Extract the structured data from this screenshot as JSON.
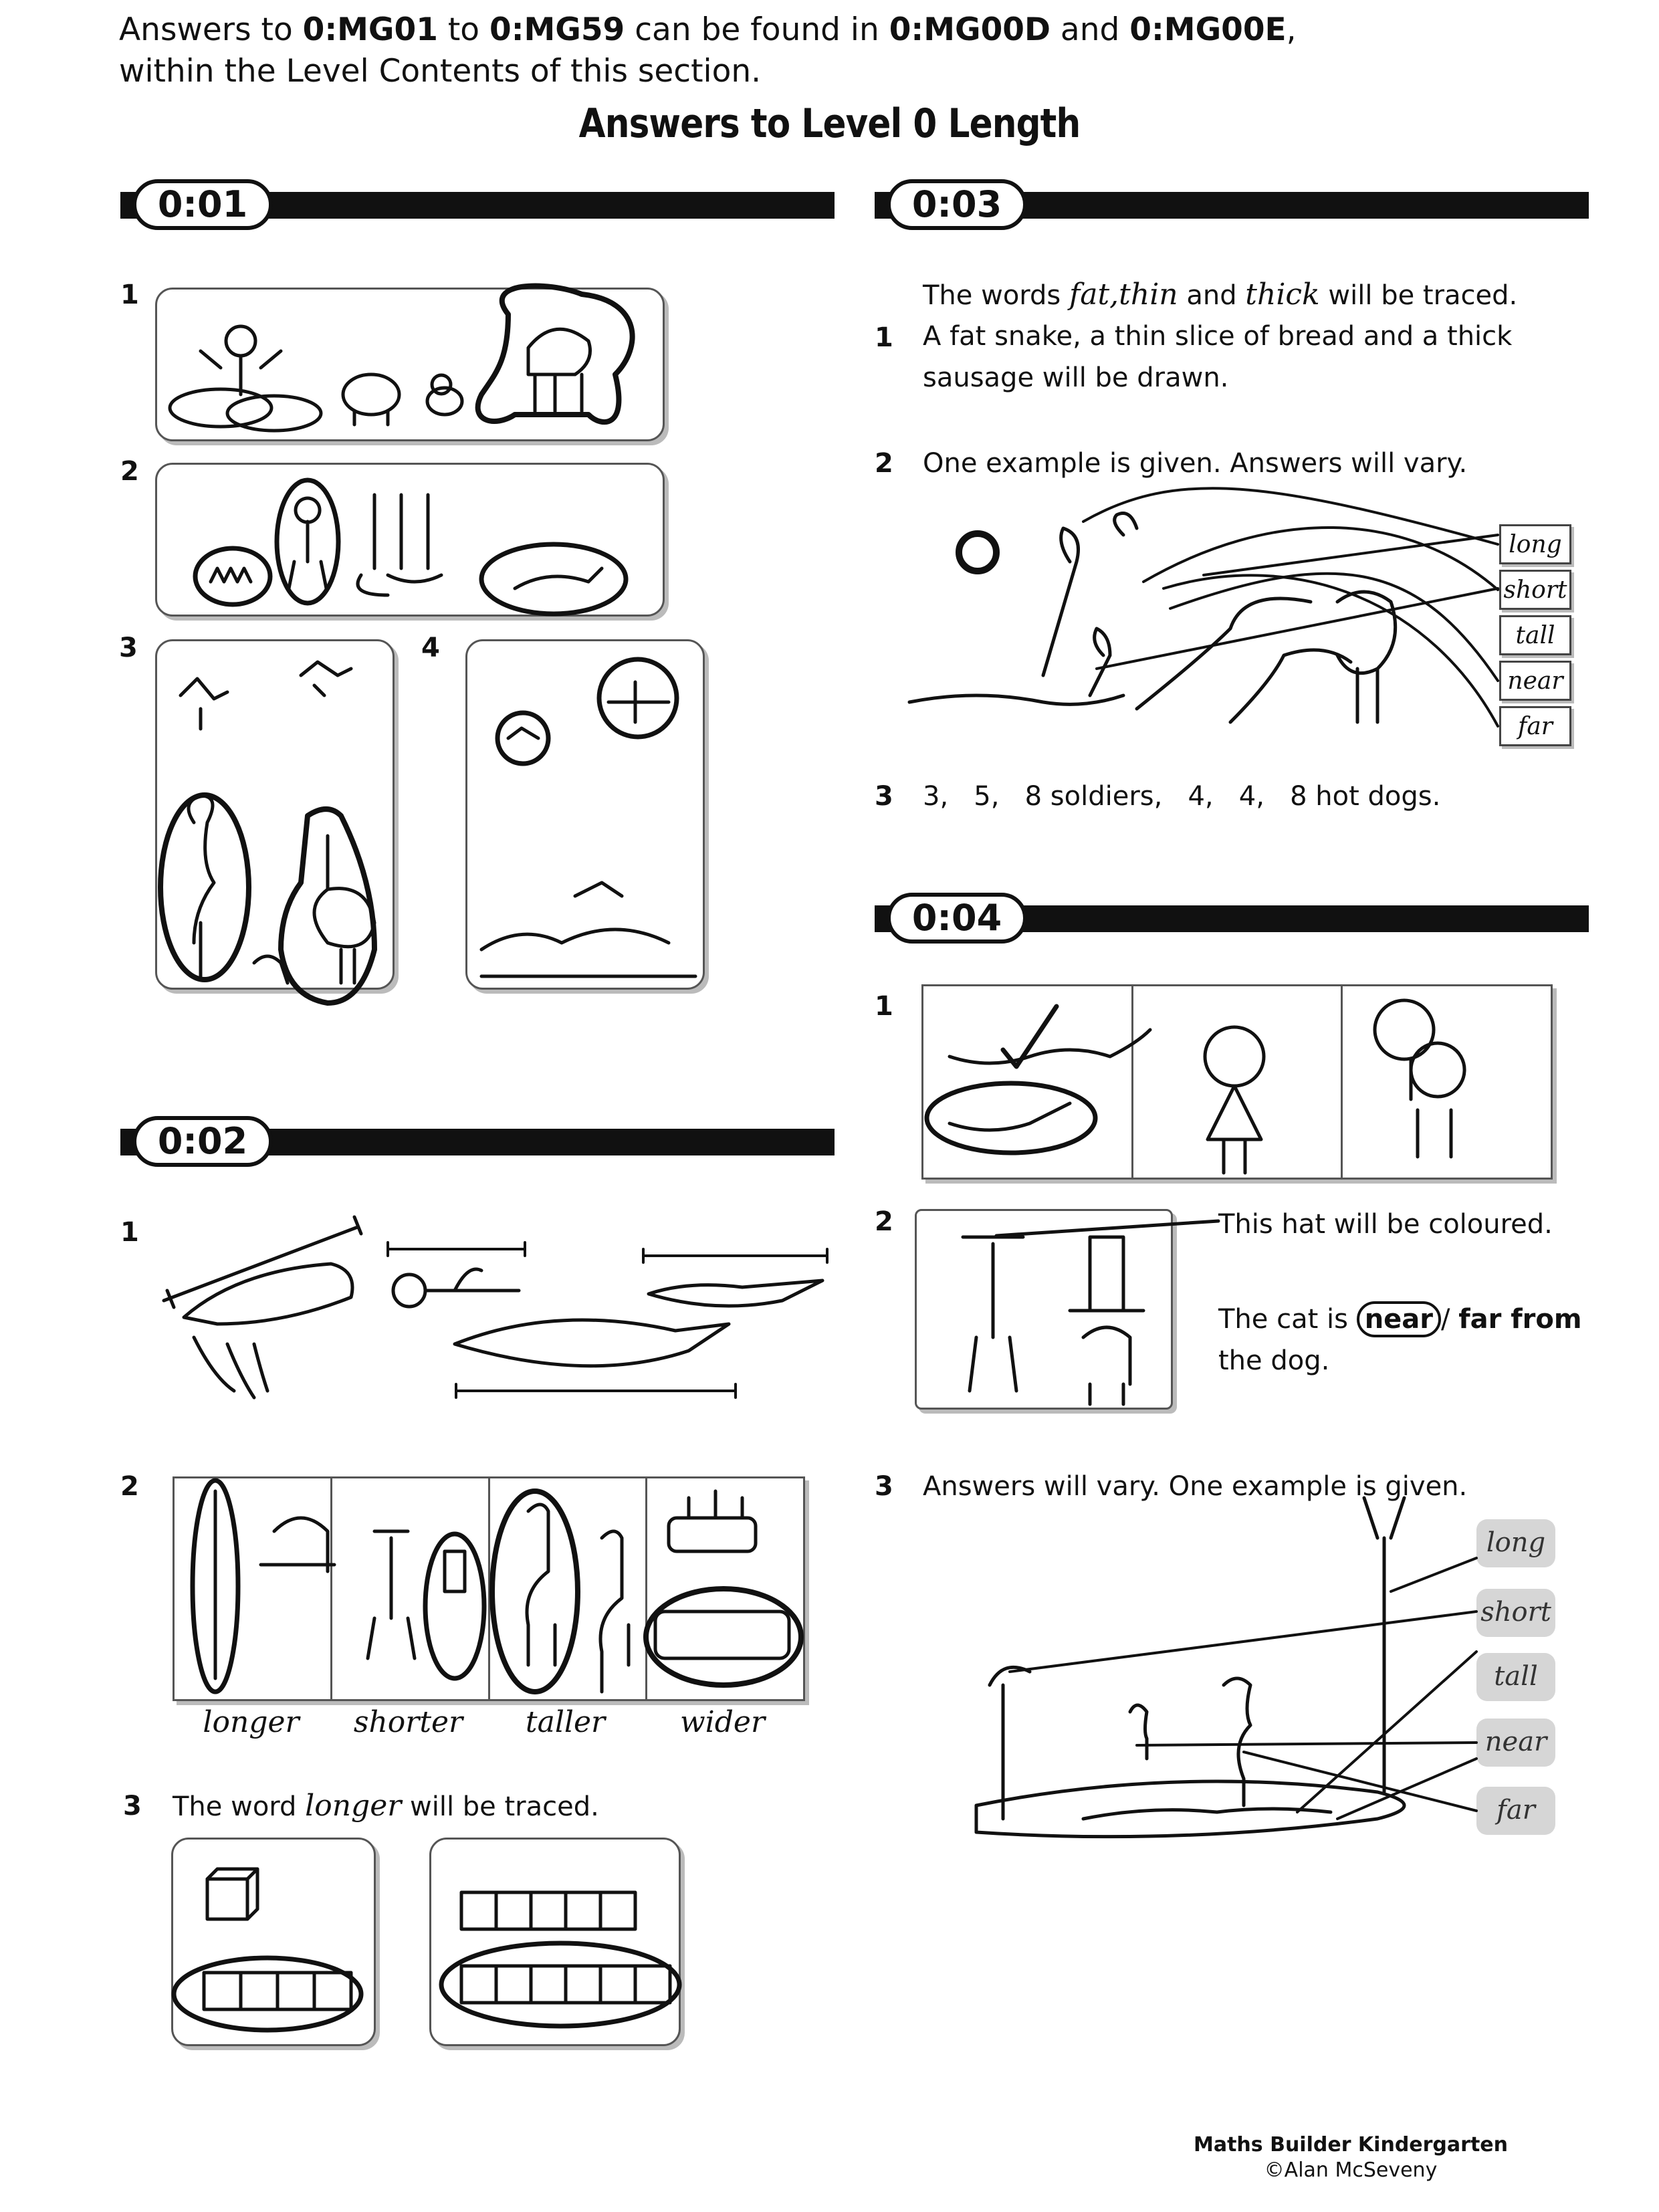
{
  "intro": {
    "p1": "Answers to ",
    "c1": "0:MG01",
    "p2": " to ",
    "c2": "0:MG59",
    "p3": " can be found in ",
    "c3": "0:MG00D",
    "p4": " and ",
    "c4": "0:MG00E",
    "p5": ",",
    "line2": "within the Level Contents of this section."
  },
  "title": "Answers to Level 0 Length",
  "sections": {
    "s01": {
      "label": "0:01",
      "q1": "1",
      "q2": "2",
      "q3": "3",
      "q4": "4"
    },
    "s02": {
      "label": "0:02",
      "q1": "1",
      "q2": "2",
      "q3": "3",
      "words": [
        "longer",
        "shorter",
        "taller",
        "wider"
      ],
      "q3_text_a": "The word ",
      "q3_word": "longer",
      "q3_text_b": " will be traced."
    },
    "s03": {
      "label": "0:03",
      "q1": "1",
      "q2": "2",
      "q3": "3",
      "intro_a": "The words ",
      "w_fat": "fat,",
      "w_thin": "thin",
      "intro_and": " and ",
      "w_thick": "thick",
      "intro_b": " will be traced.",
      "q1_line1": "A fat snake, a thin slice of bread and a thick",
      "q1_line2": "sausage will be drawn.",
      "q2_text": "One example is given. Answers will vary.",
      "labels": [
        "long",
        "short",
        "tall",
        "near",
        "far"
      ],
      "q3_text": "3,   5,   8 soldiers,   4,   4,   8 hot dogs."
    },
    "s04": {
      "label": "0:04",
      "q1": "1",
      "q2": "2",
      "q3": "3",
      "hat_text": "This hat will be coloured.",
      "cat_a": "The cat is ",
      "cat_near": "near",
      "cat_slash": "/ ",
      "cat_far": "far from",
      "cat_line2": "the dog.",
      "q3_text": "Answers will vary. One example is given.",
      "labels": [
        "long",
        "short",
        "tall",
        "near",
        "far"
      ]
    }
  },
  "footer": {
    "line1": "Maths Builder Kindergarten",
    "line2": "©Alan McSeveny"
  }
}
